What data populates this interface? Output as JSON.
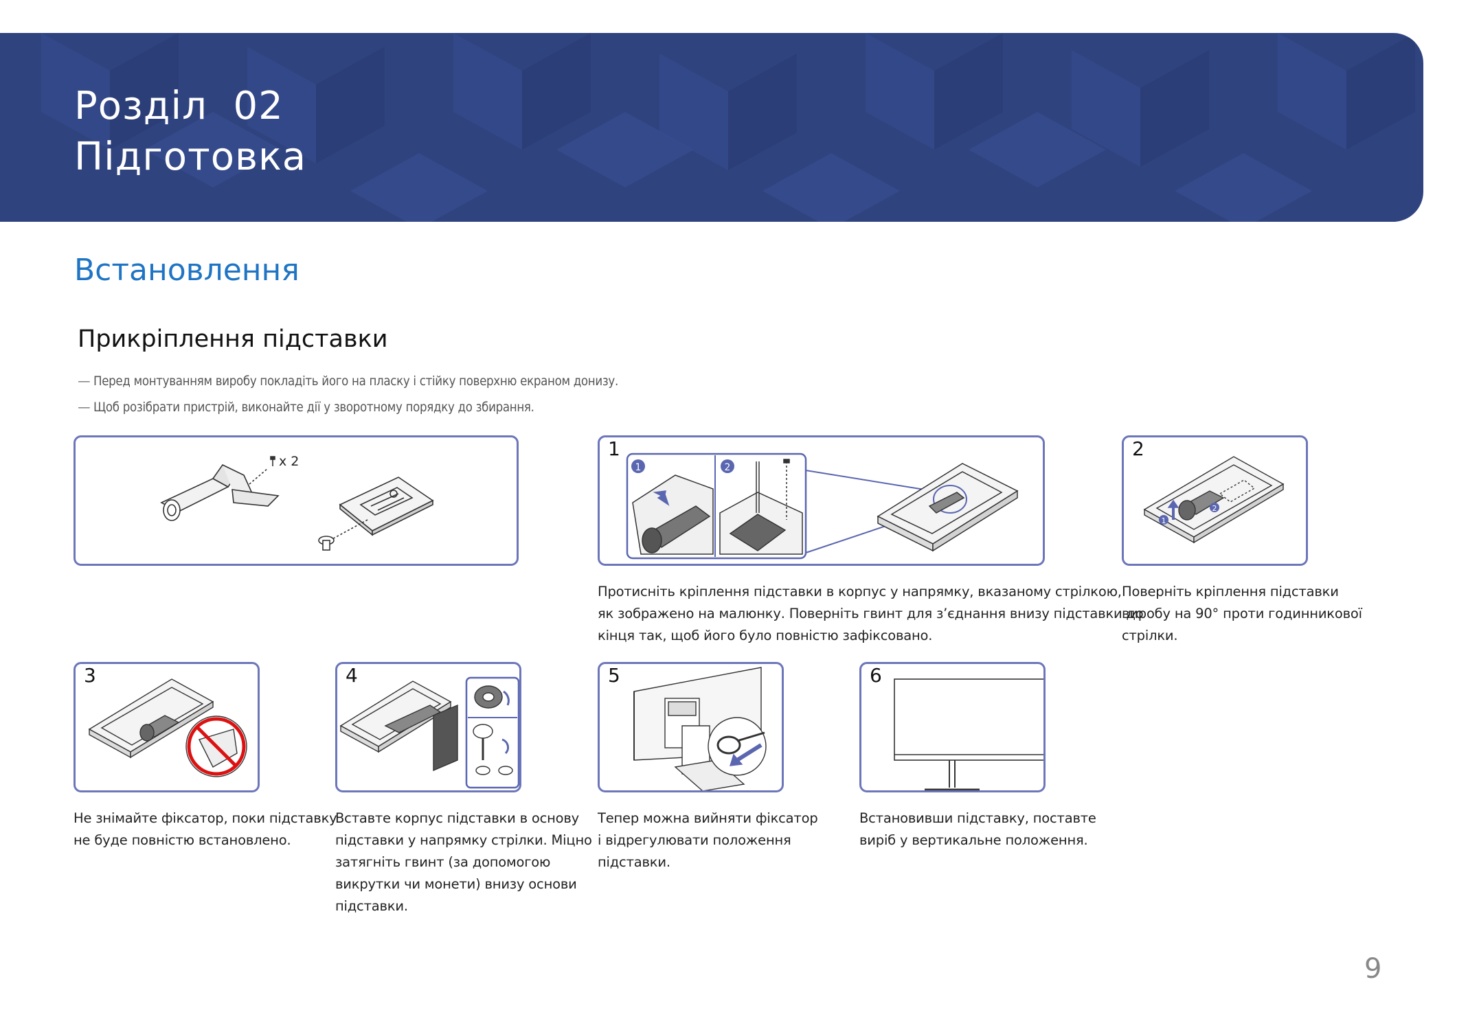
{
  "header": {
    "chapter_line1": "Розділ  02",
    "chapter_line2": "Підготовка"
  },
  "section_title": "Встановлення",
  "subsection_title": "Прикріплення підставки",
  "notes": [
    "Перед монтуванням виробу покладіть його на пласку і стійку поверхню екраном донизу.",
    "Щоб розібрати пристрій, виконайте дії у зворотному порядку до збирання."
  ],
  "parts_panel": {
    "screw_count_label": "x 2"
  },
  "steps": [
    {
      "number": "1",
      "caption_lines": [
        "Протисніть кріплення підставки в корпус у напрямку, вказаному стрілкою,",
        "як зображено на малюнку. Поверніть гвинт для з’єднання внизу підставки до",
        "кінця так, щоб його було повністю зафіксовано."
      ],
      "badges": [
        "1",
        "2"
      ]
    },
    {
      "number": "2",
      "caption_lines": [
        "Поверніть кріплення підставки",
        "виробу на 90° проти годинникової",
        "стрілки."
      ],
      "badges": [
        "1",
        "2"
      ]
    },
    {
      "number": "3",
      "caption_lines": [
        "Не знімайте фіксатор, поки підставку",
        "не буде повністю встановлено."
      ]
    },
    {
      "number": "4",
      "caption_lines": [
        "Вставте корпус підставки в основу",
        "підставки у напрямку стрілки. Міцно",
        "затягніть гвинт (за допомогою",
        "викрутки чи монети) внизу основи",
        "підставки."
      ]
    },
    {
      "number": "5",
      "caption_lines": [
        "Тепер можна вийняти фіксатор",
        "і відрегулювати положення",
        "підставки."
      ]
    },
    {
      "number": "6",
      "caption_lines": [
        "Встановивши підставку, поставте",
        "виріб у вертикальне положення."
      ]
    }
  ],
  "page_number": "9",
  "colors": {
    "banner": "#2f437f",
    "section_title": "#1f74c4",
    "panel_border": "#6c76b9",
    "illustration_accent": "#5a66b0"
  }
}
